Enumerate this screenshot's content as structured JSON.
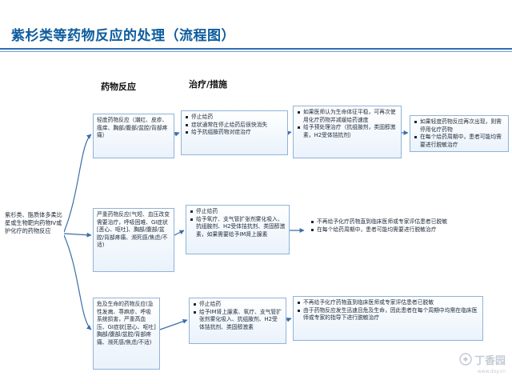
{
  "title": "紫杉类等药物反应的处理（流程图）",
  "headers": {
    "drug_reaction": "药物反应",
    "treatment": "治疗/措施"
  },
  "source": "紫杉类、脂质体多柔比星或生物靶向药物Ⅳ或护化疗的药物反应",
  "rows": [
    {
      "reaction": "轻度药物反应（潮红、皮疹、瘙痒、胸部/腹部/盆腔/背部疼痛）",
      "step1": [
        "停止给药",
        "症状通常在停止给药后很快消失",
        "给予抗组胺药物对症治疗"
      ],
      "step2": [
        "如果医师认为生命体征平稳，可再次使用化疗药物并减缓给药速度",
        "给予预处理治疗（抗组胺剂，类固醇激素，H2受体拮抗剂）"
      ],
      "step3": [
        "如果轻度药物反应再次出现，则需停用化疗药物",
        "在每个给药周期中，患者可能均需要进行脱敏治疗"
      ]
    },
    {
      "reaction": "严重药物反应(气短、血压改变需要治疗，呼吸困难、GI症状[恶心、呕吐]、胸部/腹部/盆腔/背部疼痛、濒死感/焦虑/不适)",
      "step1": [
        "停止给药",
        "给予氧疗、支气管扩张剂雾化吸入、抗组胺剂、H2受体拮抗剂、类固醇激素，如果需要给予IM肾上腺素"
      ],
      "step2": [
        "不再给予化疗药物直到临床医师或专家评估患者已脱敏",
        "在每个给药周期中，患者可能均需要进行脱敏治疗"
      ]
    },
    {
      "reaction": "危及生命的药物反应(急性发病、荨麻疹、呼吸系统损害，严重高血压、GI症状[恶心、呕吐]胸部/腹部/盆腔/背部疼痛、濒死感/焦虑/不适)",
      "step1": [
        "停止给药",
        "给予IM肾上腺素、氧疗、支气管扩张剂雾化吸入、抗组胺剂、H2受体拮抗剂、类固醇激素"
      ],
      "step2": [
        "不再给予化疗药物直到临床医师或专家评估患者已脱敏",
        "由于药物反应发生迅速且危及生命，因此患者在每个周期中均需在临床医师或专家的指导下进行脱敏治疗"
      ]
    }
  ],
  "watermark": {
    "brand": "丁香园",
    "url": "www.dxy.cn"
  },
  "colors": {
    "title": "#0d5c9e",
    "rule": "#2f6fb0",
    "box_border": "#8fb3d9",
    "connector": "#3b6ea8"
  }
}
